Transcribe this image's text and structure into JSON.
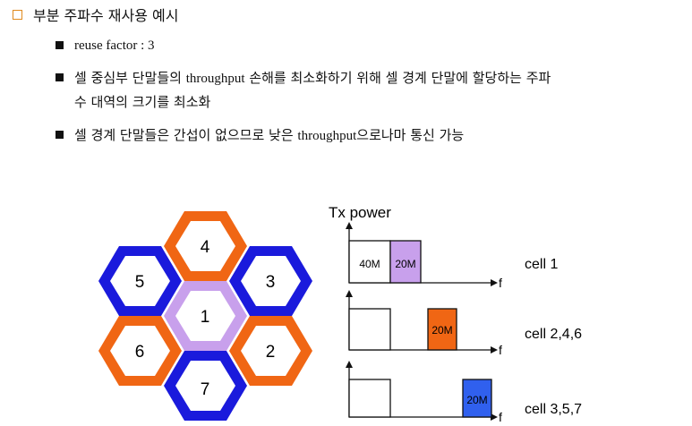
{
  "heading": "부분 주파수 재사용 예시",
  "bullets": {
    "reuse": "reuse factor : 3",
    "line2a_pre": "셀 중심부 단말들의 ",
    "line2a_word": "throughput",
    "line2a_post": " 손해를 최소화하기 위해 셀 경계 단말에 할당하는 주파",
    "line2b": "수 대역의 크기를 최소화",
    "line3_pre": "셀 경계 단말들은 간섭이 없으므로 낮은 ",
    "line3_word": "throughput",
    "line3_post": "으로나마 통신 가능"
  },
  "hexagons": [
    "1",
    "2",
    "3",
    "4",
    "5",
    "6",
    "7"
  ],
  "chart": {
    "ylabel": "Tx power",
    "axis_label": "f",
    "block40": "40M",
    "block20": "20M",
    "cells": [
      "cell 1",
      "cell 2,4,6",
      "cell 3,5,7"
    ]
  },
  "colors": {
    "orange": "#f06614",
    "blue": "#1a1adc",
    "purple": "#c8a0ec",
    "bright_blue": "#3060ee"
  }
}
